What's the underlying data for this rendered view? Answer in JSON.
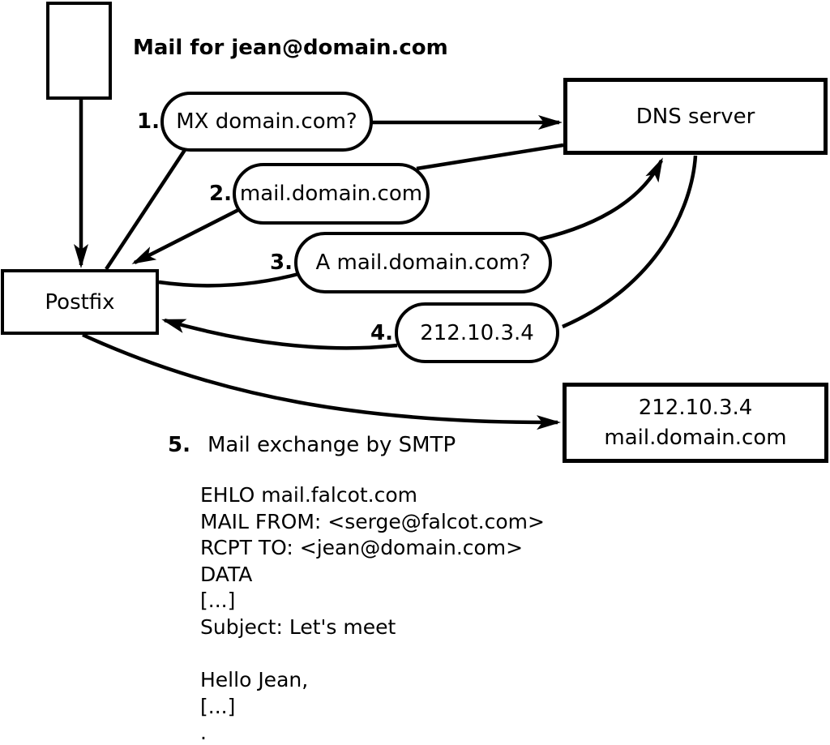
{
  "diagram": {
    "title": "Mail for jean@domain.com",
    "nodes": {
      "postfix": {
        "label": "Postfix"
      },
      "dns_server": {
        "label": "DNS server"
      },
      "mail_server": {
        "ip": "212.10.3.4",
        "hostname": "mail.domain.com"
      }
    },
    "steps": [
      {
        "number": "1.",
        "label": "MX domain.com?"
      },
      {
        "number": "2.",
        "label": "mail.domain.com"
      },
      {
        "number": "3.",
        "label": "A mail.domain.com?"
      },
      {
        "number": "4.",
        "label": "212.10.3.4"
      },
      {
        "number": "5.",
        "label": "Mail exchange by SMTP"
      }
    ],
    "smtp_session": {
      "lines": [
        "EHLO mail.falcot.com",
        "MAIL FROM: <serge@falcot.com>",
        "RCPT TO: <jean@domain.com>",
        "DATA",
        "[...]",
        "Subject: Let's meet",
        "",
        "Hello Jean,",
        "[...]",
        "."
      ]
    },
    "colors": {
      "line": "#000000",
      "background": "#ffffff"
    }
  }
}
